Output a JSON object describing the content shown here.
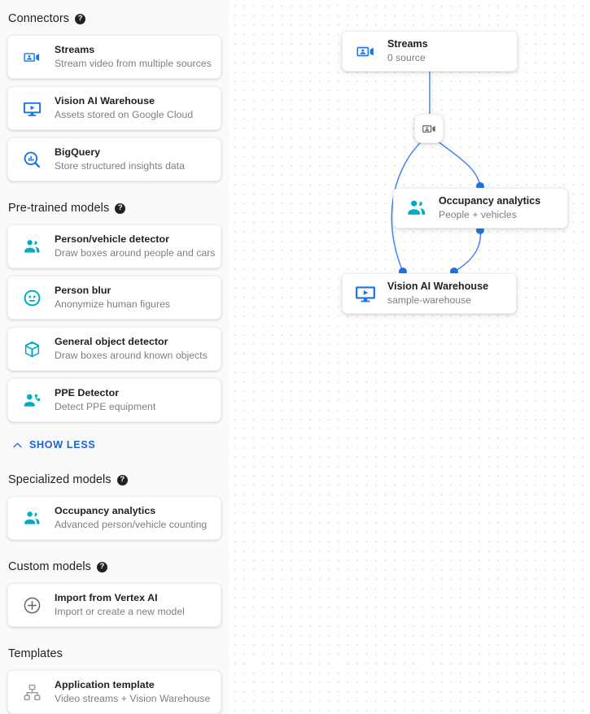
{
  "sidebar": {
    "sections": [
      {
        "title": "Connectors",
        "has_help": true,
        "help_glyph": "?",
        "items": [
          {
            "icon": "video-camera-icon",
            "icon_color": "#1a73e8",
            "title": "Streams",
            "sub": "Stream video from multiple sources"
          },
          {
            "icon": "video-monitor-icon",
            "icon_color": "#1a73e8",
            "title": "Vision AI Warehouse",
            "sub": "Assets stored on Google Cloud"
          },
          {
            "icon": "bigquery-search-chart-icon",
            "icon_color": "#1a73e8",
            "title": "BigQuery",
            "sub": "Store structured insights data"
          }
        ]
      },
      {
        "title": "Pre-trained models",
        "has_help": true,
        "help_glyph": "?",
        "items": [
          {
            "icon": "people-icon",
            "icon_color": "#00acc1",
            "title": "Person/vehicle detector",
            "sub": "Draw boxes around people and cars"
          },
          {
            "icon": "face-blur-icon",
            "icon_color": "#00acc1",
            "title": "Person blur",
            "sub": "Anonymize human figures"
          },
          {
            "icon": "cube-icon",
            "icon_color": "#00acc1",
            "title": "General object detector",
            "sub": "Draw boxes around known objects"
          },
          {
            "icon": "ppe-person-icon",
            "icon_color": "#00acc1",
            "title": "PPE Detector",
            "sub": "Detect PPE equipment"
          }
        ],
        "footer_link": {
          "label": "SHOW LESS",
          "icon": "chevron-up-icon",
          "color": "#1a64d8"
        }
      },
      {
        "title": "Specialized models",
        "has_help": true,
        "help_glyph": "?",
        "items": [
          {
            "icon": "people-icon",
            "icon_color": "#00acc1",
            "title": "Occupancy analytics",
            "sub": "Advanced person/vehicle counting"
          }
        ]
      },
      {
        "title": "Custom models",
        "has_help": true,
        "help_glyph": "?",
        "items": [
          {
            "icon": "plus-circle-icon",
            "icon_color": "#5f6368",
            "title": "Import from Vertex AI",
            "sub": "Import or create a new model"
          }
        ]
      },
      {
        "title": "Templates",
        "has_help": false,
        "help_glyph": "",
        "items": [
          {
            "icon": "account-tree-icon",
            "icon_color": "#9aa0a6",
            "title": "Application template",
            "sub": "Video streams + Vision Warehouse"
          }
        ]
      }
    ]
  },
  "canvas": {
    "grid": "dotted",
    "edge_color": "#4285f4",
    "port_color": "#1a73e8",
    "nodes": [
      {
        "id": "streams",
        "icon": "video-camera-icon",
        "icon_color": "#1a73e8",
        "title": "Streams",
        "sub": "0 source"
      },
      {
        "id": "occupancy",
        "icon": "people-icon",
        "icon_color": "#00acc1",
        "title": "Occupancy analytics",
        "sub": "People + vehicles"
      },
      {
        "id": "warehouse",
        "icon": "video-monitor-icon",
        "icon_color": "#1a73e8",
        "title": "Vision AI Warehouse",
        "sub": "sample-warehouse"
      }
    ],
    "chip": {
      "id": "stream-chip",
      "icon": "video-camera-icon",
      "icon_color": "#5f6368"
    }
  }
}
